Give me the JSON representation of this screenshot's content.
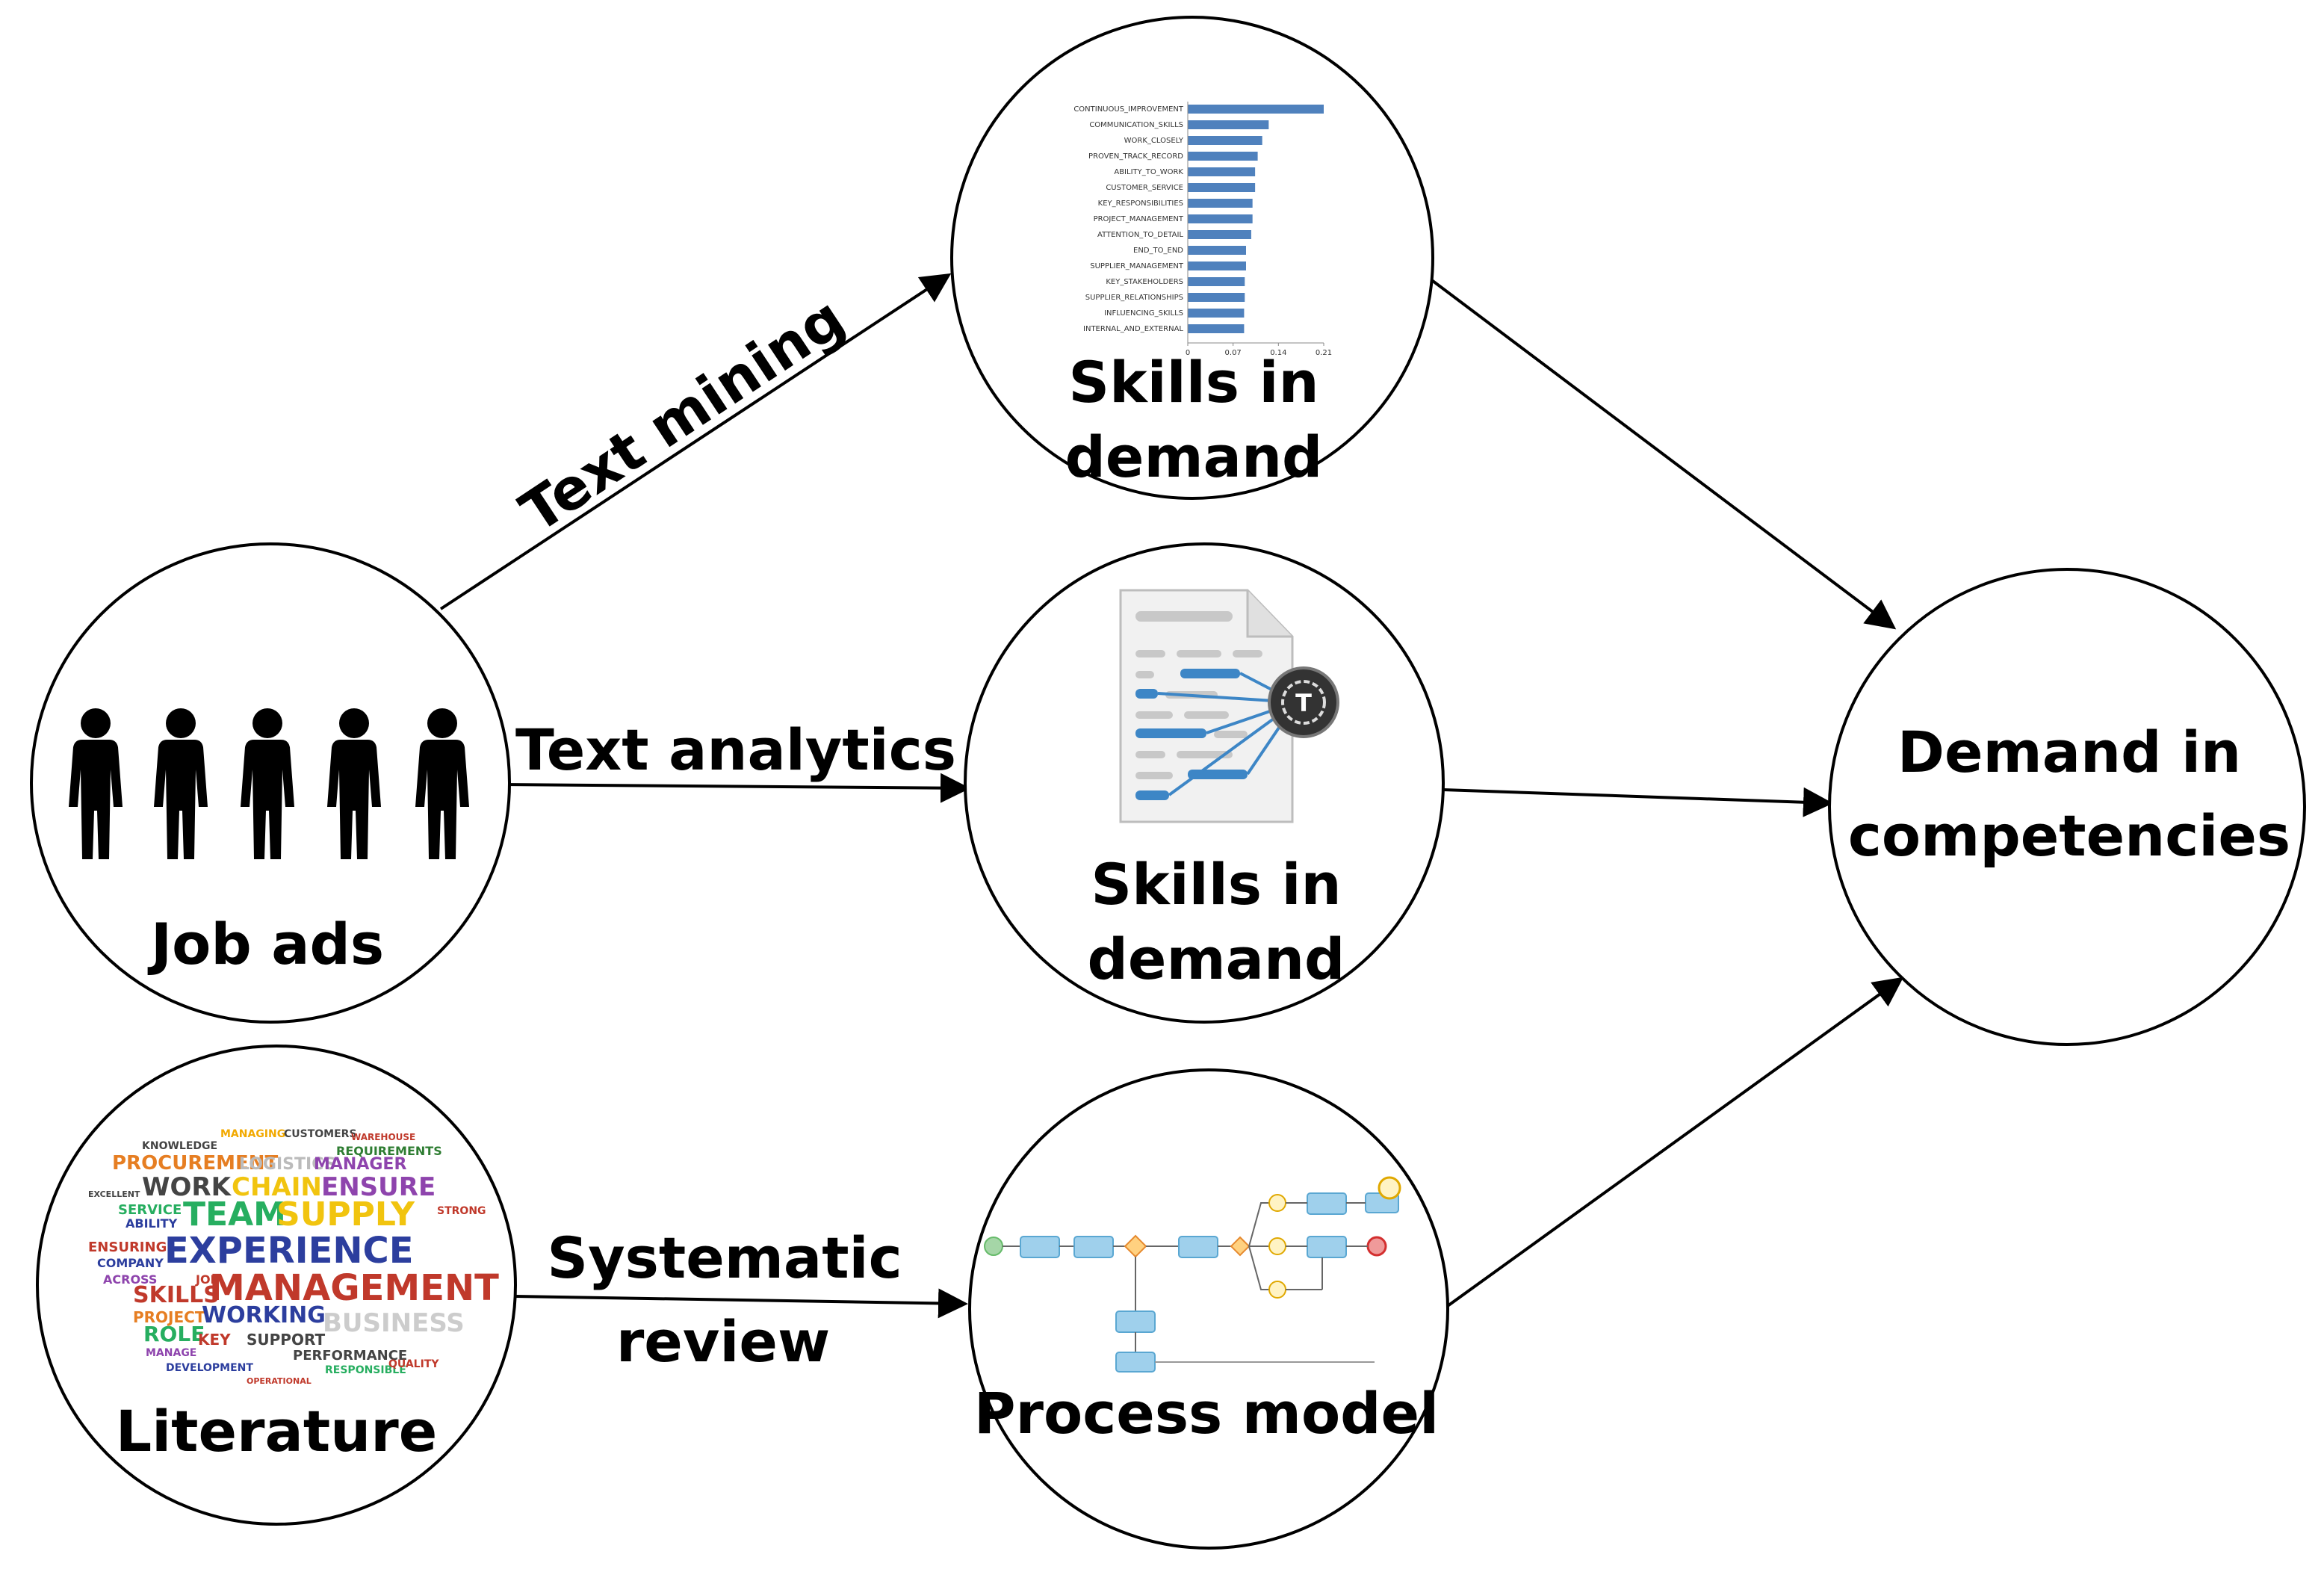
{
  "nodes": {
    "job_ads": {
      "label": "Job ads"
    },
    "literature": {
      "label": "Literature"
    },
    "skills_top": {
      "label_line1": "Skills in",
      "label_line2": "demand"
    },
    "skills_mid": {
      "label_line1": "Skills in",
      "label_line2": "demand"
    },
    "process_model": {
      "label": "Process model"
    },
    "demand": {
      "label_line1": "Demand in",
      "label_line2": "competencies"
    }
  },
  "edges": {
    "text_mining": "Text mining",
    "text_analytics": "Text analytics",
    "systematic_review_line1": "Systematic",
    "systematic_review_line2": "review"
  },
  "icons": {
    "gear_letter": "T"
  },
  "chart_data": {
    "type": "bar",
    "orientation": "horizontal",
    "categories": [
      "CONTINUOUS_IMPROVEMENT",
      "COMMUNICATION_SKILLS",
      "WORK_CLOSELY",
      "PROVEN_TRACK_RECORD",
      "ABILITY_TO_WORK",
      "CUSTOMER_SERVICE",
      "KEY_RESPONSIBILITIES",
      "PROJECT_MANAGEMENT",
      "ATTENTION_TO_DETAIL",
      "END_TO_END",
      "SUPPLIER_MANAGEMENT",
      "KEY_STAKEHOLDERS",
      "SUPPLIER_RELATIONSHIPS",
      "INFLUENCING_SKILLS",
      "INTERNAL_AND_EXTERNAL"
    ],
    "values": [
      0.21,
      0.125,
      0.115,
      0.108,
      0.104,
      0.104,
      0.1,
      0.1,
      0.098,
      0.09,
      0.09,
      0.088,
      0.088,
      0.087,
      0.087
    ],
    "xlim": [
      0,
      0.21
    ],
    "xticks": [
      "0",
      "0.07",
      "0.14",
      "0.21"
    ],
    "bar_color": "#4f81bd"
  },
  "word_cloud": [
    {
      "text": "KNOWLEDGE",
      "color": "#444444"
    },
    {
      "text": "MANAGING",
      "color": "#f2a900"
    },
    {
      "text": "CUSTOMERS",
      "color": "#444444"
    },
    {
      "text": "WAREHOUSE",
      "color": "#c0392b"
    },
    {
      "text": "REQUIREMENTS",
      "color": "#2e7d32"
    },
    {
      "text": "PROCUREMENT",
      "color": "#e67e22"
    },
    {
      "text": "LOGISTICS",
      "color": "#bbbbbb"
    },
    {
      "text": "MANAGER",
      "color": "#8e44ad"
    },
    {
      "text": "WORK",
      "color": "#444444"
    },
    {
      "text": "CHAIN",
      "color": "#f1c40f"
    },
    {
      "text": "ENSURE",
      "color": "#8e44ad"
    },
    {
      "text": "EXCELLENT",
      "color": "#444444"
    },
    {
      "text": "SERVICE",
      "color": "#27ae60"
    },
    {
      "text": "TEAM",
      "color": "#27ae60"
    },
    {
      "text": "SUPPLY",
      "color": "#f1c40f"
    },
    {
      "text": "STRONG",
      "color": "#c0392b"
    },
    {
      "text": "ABILITY",
      "color": "#2c3e9e"
    },
    {
      "text": "ENSURING",
      "color": "#c0392b"
    },
    {
      "text": "EXPERIENCE",
      "color": "#2c3e9e"
    },
    {
      "text": "COMPANY",
      "color": "#2c3e9e"
    },
    {
      "text": "ACROSS",
      "color": "#8e44ad"
    },
    {
      "text": "JOB",
      "color": "#c0392b"
    },
    {
      "text": "MANAGEMENT",
      "color": "#c0392b"
    },
    {
      "text": "SKILLS",
      "color": "#c0392b"
    },
    {
      "text": "PROJECT",
      "color": "#e67e22"
    },
    {
      "text": "WORKING",
      "color": "#2c3e9e"
    },
    {
      "text": "BUSINESS",
      "color": "#cccccc"
    },
    {
      "text": "ROLE",
      "color": "#27ae60"
    },
    {
      "text": "KEY",
      "color": "#c0392b"
    },
    {
      "text": "SUPPORT",
      "color": "#444444"
    },
    {
      "text": "MANAGE",
      "color": "#8e44ad"
    },
    {
      "text": "PERFORMANCE",
      "color": "#444444"
    },
    {
      "text": "DEVELOPMENT",
      "color": "#2c3e9e"
    },
    {
      "text": "RESPONSIBLE",
      "color": "#27ae60"
    },
    {
      "text": "QUALITY",
      "color": "#c0392b"
    },
    {
      "text": "OPERATIONAL",
      "color": "#c0392b"
    }
  ]
}
